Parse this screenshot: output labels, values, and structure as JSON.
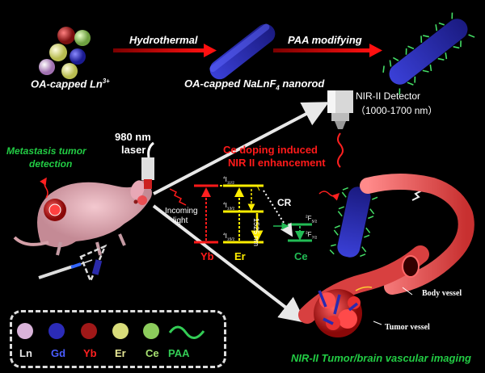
{
  "top_row": {
    "precursor_label": "OA-capped Ln",
    "precursor_sup": "3+",
    "step1_label": "Hydrothermal",
    "nanorod_label": "OA-capped NaLnF",
    "nanorod_sub": "4",
    "nanorod_label_end": " nanorod",
    "step2_label": "PAA modifying"
  },
  "detector": {
    "title": "NIR-II Detector",
    "range": "（1000-1700 nm）"
  },
  "laser": {
    "line1": "980 nm",
    "line2": "laser"
  },
  "mouse": {
    "tumor_label_1": "Metastasis tumor",
    "tumor_label_2": "detection"
  },
  "energy": {
    "title_1": "Ce doping induced",
    "title_2": "NIR II enhancement",
    "incoming_1": "Incoming",
    "incoming_2": "light",
    "cr_label": "CR",
    "emission_label": "1525 nm",
    "levels": {
      "er_top_sup": "4",
      "er_top": "I",
      "er_top_sub": "11/2",
      "er_mid_sup": "4",
      "er_mid": "I",
      "er_mid_sub": "13/2",
      "er_bot_sup": "4",
      "er_bot": "I",
      "er_bot_sub": "15/2",
      "ce_top_sup": "2",
      "ce_top": "F",
      "ce_top_sub": "5/2",
      "ce_bot_sup": "2",
      "ce_bot": "F",
      "ce_bot_sub": "7/2"
    },
    "ions": [
      "Yb",
      "Er",
      "Ce"
    ]
  },
  "vessels": {
    "body": "Body vessel",
    "tumor": "Tumor vessel"
  },
  "imaging_title": "NIR-II Tumor/brain vascular imaging",
  "legend": [
    {
      "label": "Ln",
      "color": "#e6e6e6",
      "ball": "#d9b3d9"
    },
    {
      "label": "Gd",
      "color": "#4a5cff",
      "ball": "#2b2bb8"
    },
    {
      "label": "Yb",
      "color": "#ff2020",
      "ball": "#a01818"
    },
    {
      "label": "Er",
      "color": "#e8e896",
      "ball": "#d8dc7a"
    },
    {
      "label": "Ce",
      "color": "#a6e070",
      "ball": "#8ccc5c"
    },
    {
      "label": "PAA",
      "color": "#33cc55"
    }
  ],
  "colors": {
    "red_text": "#ff1a1a",
    "green_text": "#22cc44",
    "yellow": "#ffee00",
    "ce_green": "#22bb55"
  }
}
